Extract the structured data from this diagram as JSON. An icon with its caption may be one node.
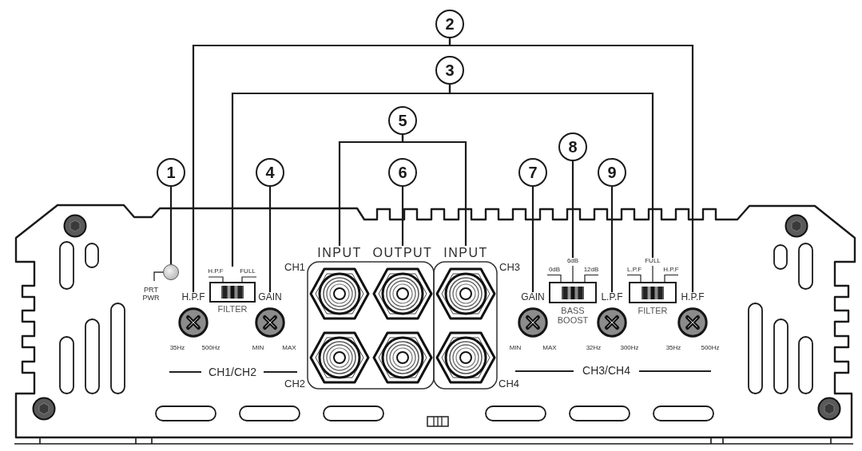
{
  "diagram": {
    "nodes": [
      {
        "text": [
          "1"
        ]
      },
      {
        "text": [
          "2"
        ]
      },
      {
        "text": [
          "3"
        ]
      },
      {
        "text": [
          "4"
        ]
      },
      {
        "text": [
          "5"
        ]
      },
      {
        "text": [
          "6"
        ]
      },
      {
        "text": [
          "7"
        ]
      },
      {
        "text": [
          "8"
        ]
      },
      {
        "text": [
          "9"
        ]
      },
      {
        "text": [],
        "shape": "circle",
        "beside": [
          "PRT PWR"
        ]
      },
      {
        "text": [
          "H.P.F"
        ],
        "beside": [
          "35Hz",
          "500Hz"
        ]
      },
      {
        "text": [
          "H.P.F",
          "FULL",
          "FILTER"
        ]
      },
      {
        "text": [
          "GAIN"
        ],
        "beside": [
          "MIN",
          "MAX"
        ]
      },
      {
        "text": [
          "INPUT"
        ]
      },
      {
        "text": [
          "OUTPUT"
        ]
      },
      {
        "text": [
          "INPUT"
        ]
      },
      {
        "text": [
          "GAIN"
        ],
        "beside": [
          "MIN",
          "MAX"
        ]
      },
      {
        "text": [
          "6dB",
          "0dB",
          "12dB",
          "BASS BOOST"
        ]
      },
      {
        "text": [
          "L.P.F"
        ],
        "beside": [
          "32Hz",
          "300Hz"
        ]
      },
      {
        "text": [
          "FULL",
          "L.P.F",
          "H.P.F",
          "FILTER"
        ]
      },
      {
        "text": [
          "H.P.F"
        ],
        "beside": [
          "35Hz",
          "500Hz"
        ]
      }
    ],
    "edges": [
      {
        "from": 0,
        "to": 9,
        "arrow": "none"
      },
      {
        "from": 1,
        "to": 10,
        "arrow": "none"
      },
      {
        "from": 1,
        "to": 20,
        "arrow": "none"
      },
      {
        "from": 2,
        "to": 11,
        "arrow": "none"
      },
      {
        "from": 2,
        "to": 19,
        "arrow": "none"
      },
      {
        "from": 3,
        "to": 12,
        "arrow": "none"
      },
      {
        "from": 4,
        "to": 13,
        "arrow": "none"
      },
      {
        "from": 4,
        "to": 15,
        "arrow": "none"
      },
      {
        "from": 5,
        "to": 14,
        "arrow": "none"
      },
      {
        "from": 6,
        "to": 16,
        "arrow": "none"
      },
      {
        "from": 7,
        "to": 17,
        "arrow": "none"
      },
      {
        "from": 8,
        "to": 18,
        "arrow": "none"
      }
    ],
    "labels": [
      "CH1",
      "CH3",
      "CH1/CH2",
      "CH3/CH4",
      "CH2",
      "CH4"
    ]
  }
}
